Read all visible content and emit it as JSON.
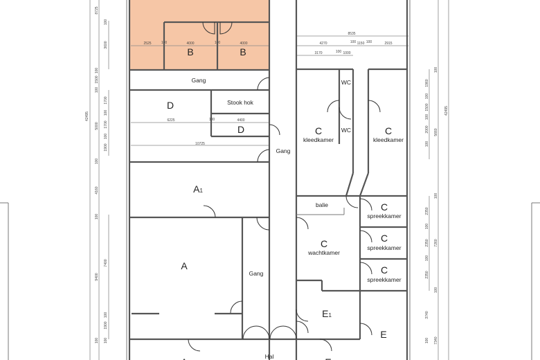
{
  "colors": {
    "highlight_room": "#f6c6a6",
    "walls": "#555555",
    "background": "#ffffff"
  },
  "rooms": {
    "b1": "B",
    "b2": "B",
    "gang_top": "Gang",
    "d_big": "D",
    "stook_hok": "Stook hok",
    "d_small": "D",
    "gang_mid": "Gang",
    "a1_main": "A",
    "a1_sub": "1",
    "a": "A",
    "gang_vertical": "Gang",
    "a_bottom": "A",
    "hal_bottom": "Hal",
    "wc_top": "WC",
    "wc_bottom": "WC",
    "c_left": "C",
    "c_left_sub": "kleedkamer",
    "c_right": "C",
    "c_right_sub": "kleedkamer",
    "balie": "balie",
    "c_wacht": "C",
    "c_wacht_sub": "wachtkamer",
    "c_spreek1": "C",
    "c_spreek1_sub": "spreekkamer",
    "c_spreek2": "C",
    "c_spreek2_sub": "spreekkamer",
    "c_spreek3": "C",
    "c_spreek3_sub": "spreekkamer",
    "e1_main": "E",
    "e1_sub": "1",
    "e": "E",
    "e_bottom": "E"
  },
  "dimensions": {
    "left_total": "42495",
    "left": [
      "8725",
      "100",
      "3600",
      "100",
      "1500",
      "100",
      "1700",
      "100",
      "1700",
      "5000",
      "100",
      "1900",
      "100",
      "4160",
      "100",
      "9400",
      "7400",
      "100",
      "1900",
      "100",
      "100"
    ],
    "top_left": [
      "2525",
      "100",
      "4000",
      "100",
      "4000"
    ],
    "mid_left": [
      "6225",
      "100",
      "4400"
    ],
    "span": "10725",
    "top_right": [
      "8535",
      "4270",
      "100",
      "1150",
      "100",
      "2915",
      "3170",
      "100",
      "1000"
    ],
    "right_total": "42495",
    "right": [
      "100",
      "1960",
      "100",
      "1500",
      "100",
      "2000",
      "100",
      "5660",
      "100",
      "2350",
      "100",
      "2350",
      "100",
      "2350",
      "7260",
      "100",
      "3740",
      "100",
      "7340"
    ]
  }
}
